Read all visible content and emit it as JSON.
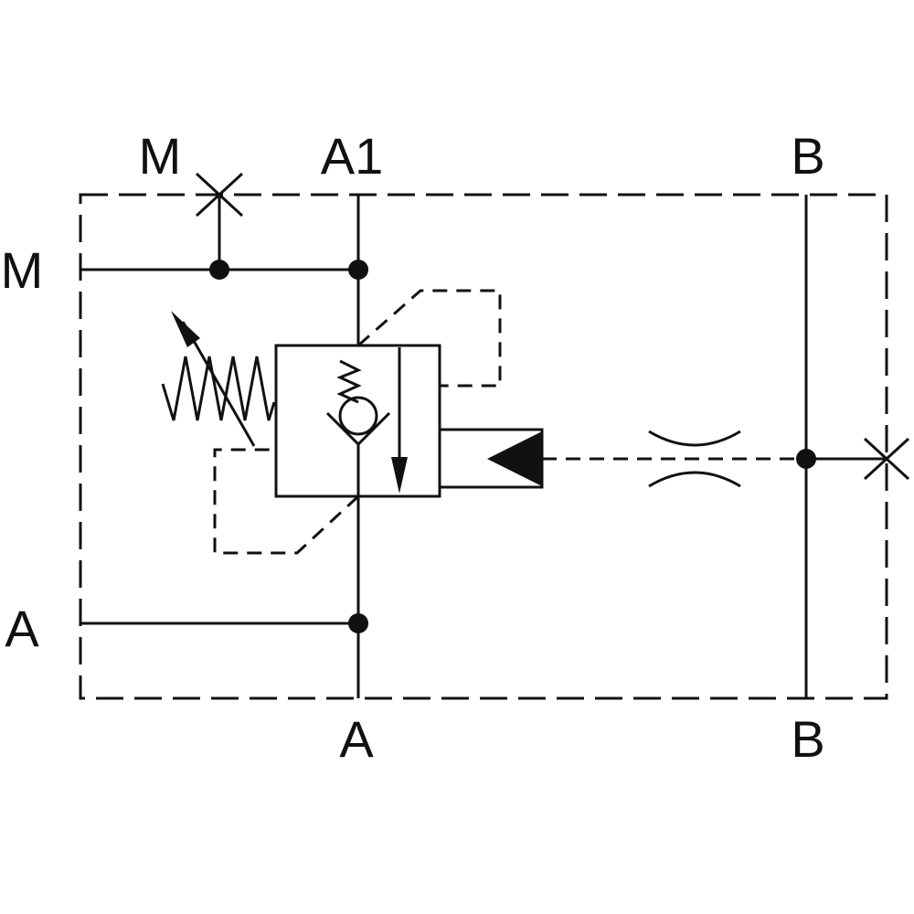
{
  "ports": {
    "m_top": "M",
    "a1": "A1",
    "b_top": "B",
    "m_left": "M",
    "a_left": "A",
    "a_bottom": "A",
    "b_bottom": "B"
  },
  "colors": {
    "line": "#111111",
    "background": "#ffffff"
  }
}
